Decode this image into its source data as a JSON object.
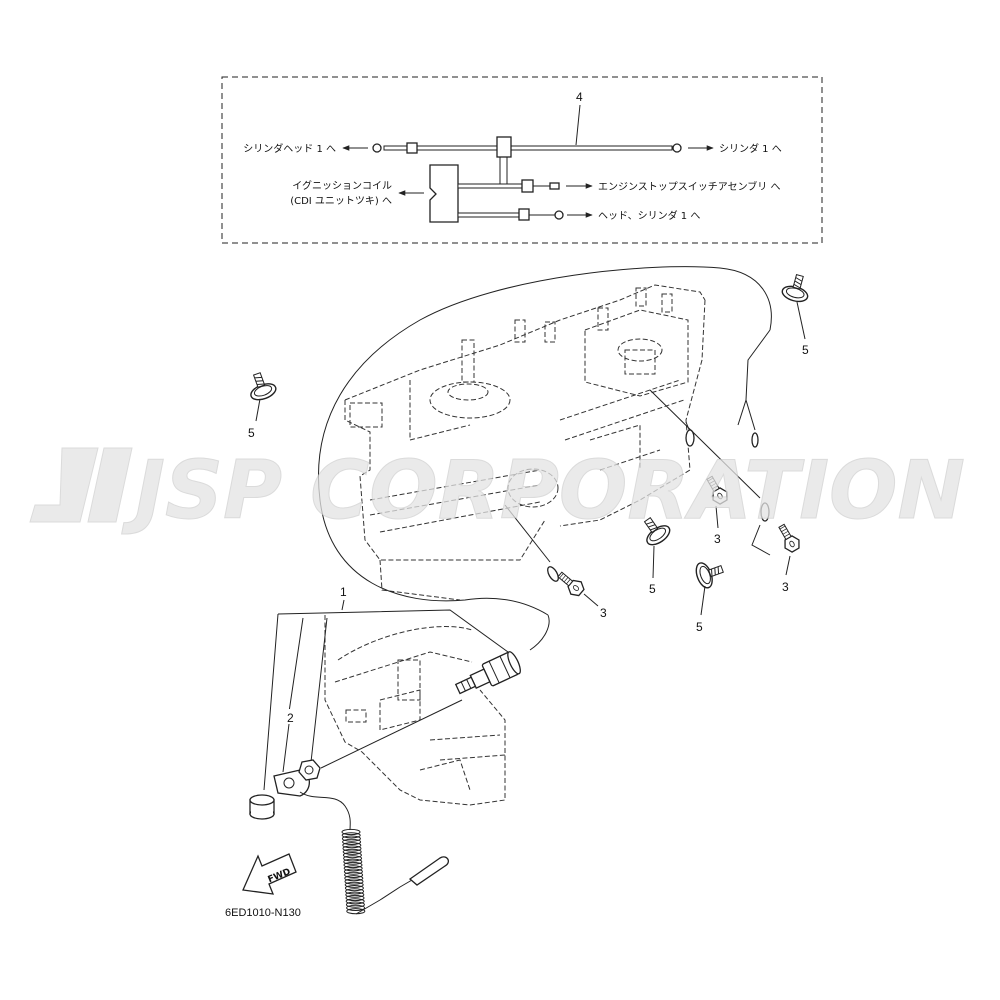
{
  "inset": {
    "part_number": "4",
    "to_cylinder_head_1": "シリンダヘッド 1 へ",
    "to_cylinder_1": "シリンダ 1 へ",
    "to_ignition_coil": [
      "イグニッションコイル",
      "(CDI ユニットツキ) へ"
    ],
    "to_engine_stop_switch": "エンジンストップスイッチアセンブリ へ",
    "to_head_cylinder_1": "ヘッド、シリンダ 1 へ"
  },
  "callouts": {
    "engine_stop_switch": "1",
    "lanyard": "2",
    "bolt": "3",
    "clamp": "5"
  },
  "fwd_label": "FWD",
  "drawing_code": "6ED1010-N130",
  "watermark": "JSP CORPORATION",
  "colors": {
    "line": "#222222",
    "watermark": "#e4e4e4"
  }
}
